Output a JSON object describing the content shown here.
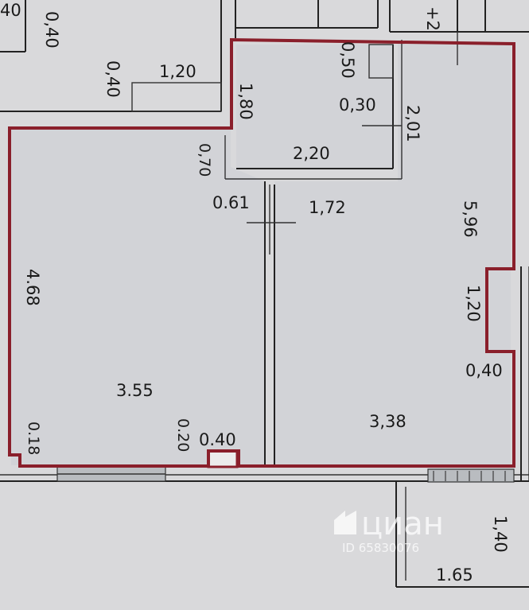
{
  "labels": {
    "top_left_040": "0,40",
    "top_left_040_b": "0,40",
    "top_left_040_clip": "40",
    "top_120": "1,20",
    "top_right_2": "+2",
    "bath_050": "0,50",
    "bath_030": "0,30",
    "bath_180": "1,80",
    "bath_201": "2,01",
    "bath_220": "2,20",
    "hall_070": "0,70",
    "hall_061": "0.61",
    "hall_172": "1,72",
    "right_596": "5,96",
    "right_120": "1,20",
    "right_040": "0,40",
    "right_338": "3,38",
    "left_468": "4.68",
    "left_355": "3.55",
    "left_018": "0.18",
    "left_020": "0.20",
    "left_040": "0.40",
    "balcony_140": "1,40",
    "balcony_165": "1.65"
  },
  "watermark": {
    "brand": "циан",
    "id": "ID 65830076"
  },
  "colors": {
    "boundary": "#8a1f2b",
    "paper": "#d9d9db",
    "room": "#d2d3d7"
  }
}
